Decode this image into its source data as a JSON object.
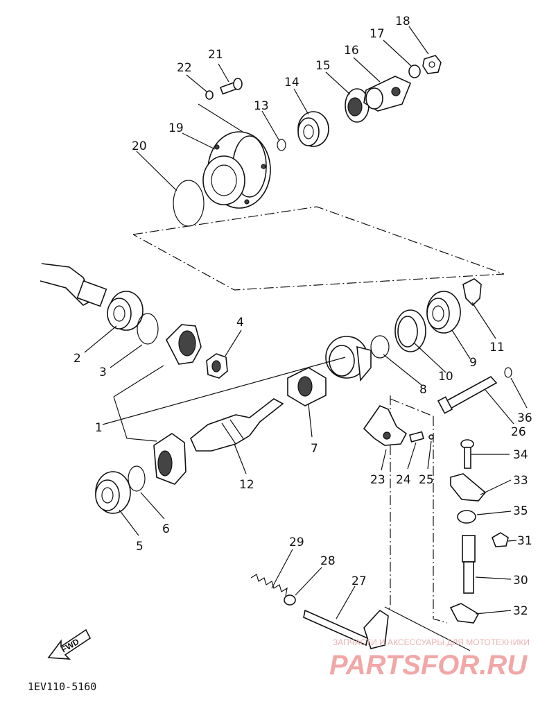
{
  "diagram": {
    "callouts": [
      "1",
      "2",
      "3",
      "4",
      "5",
      "6",
      "7",
      "8",
      "9",
      "10",
      "11",
      "12",
      "13",
      "14",
      "15",
      "16",
      "17",
      "18",
      "19",
      "20",
      "21",
      "22",
      "23",
      "24",
      "25",
      "26",
      "27",
      "28",
      "29",
      "30",
      "31",
      "32",
      "33",
      "34",
      "35",
      "36"
    ],
    "figure_code": "1EV110-5160",
    "fwd_label": "FWD",
    "watermark": {
      "tagline": "ЗАПЧАСТИ И АКСЕССУАРЫ ДЛЯ МОТОТЕХНИКИ",
      "brand": "PARTSFOR.RU"
    }
  }
}
